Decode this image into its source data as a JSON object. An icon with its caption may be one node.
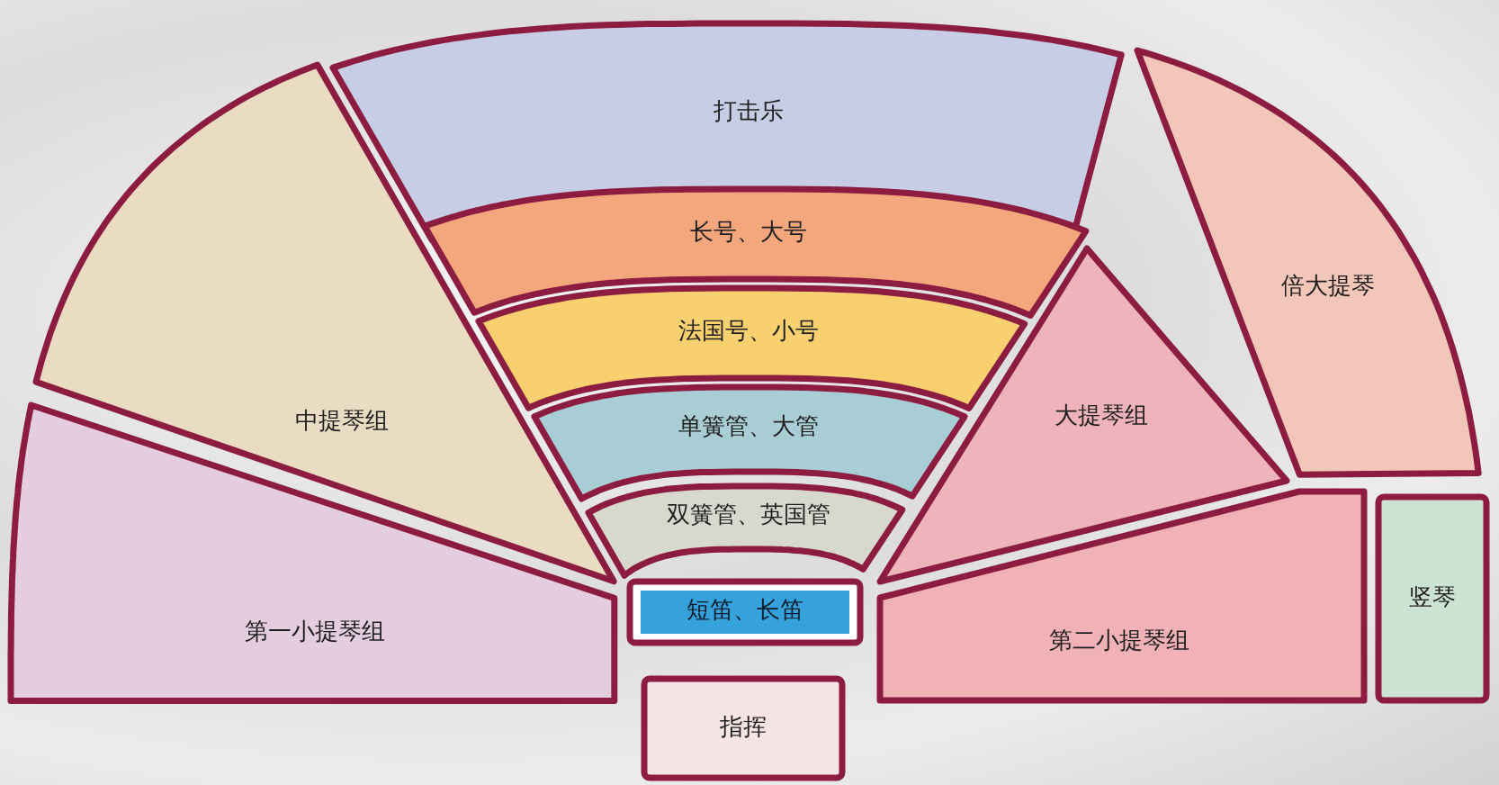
{
  "diagram": {
    "nodes": [
      {
        "text": [
          "打击乐"
        ]
      },
      {
        "text": [
          "中提琴组"
        ]
      },
      {
        "text": [
          "长号、大号"
        ]
      },
      {
        "text": [
          "倍大提琴"
        ]
      },
      {
        "text": [
          "法国号、小号"
        ]
      },
      {
        "text": [
          "单簧管、大管"
        ]
      },
      {
        "text": [
          "大提琴组"
        ]
      },
      {
        "text": [
          "双簧管、英国管"
        ]
      },
      {
        "text": [
          "第一小提琴组"
        ]
      },
      {
        "text": [
          "短笛、长笛"
        ]
      },
      {
        "text": [
          "第二小提琴组"
        ]
      },
      {
        "text": [
          "竖琴"
        ]
      },
      {
        "text": [
          "指挥"
        ]
      }
    ]
  }
}
